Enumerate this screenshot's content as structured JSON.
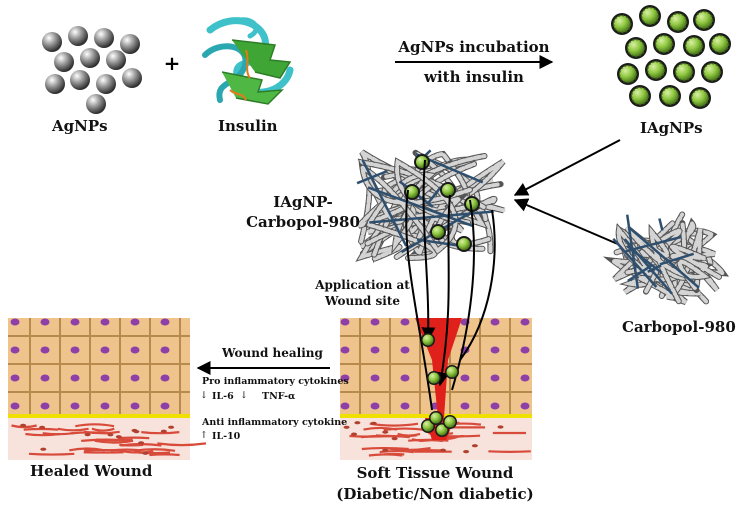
{
  "labels": {
    "agnps": "AgNPs",
    "plus": "+",
    "insulin": "Insulin",
    "incubation_line1": "AgNPs incubation",
    "incubation_line2": "with insulin",
    "iagnps": "IAgNPs",
    "gel_line1": "IAgNP-",
    "gel_line2": "Carbopol-980",
    "application_line1": "Application at",
    "application_line2": "Wound site",
    "carbopol": "Carbopol-980",
    "wound_healing": "Wound healing",
    "pro_inflammatory": "Pro inflammatory cytokines",
    "il6": "IL-6",
    "tnf": "TNF-α",
    "anti_inflammatory": "Anti inflammatory cytokine",
    "il10": "IL-10",
    "arrow_down": "↓",
    "arrow_up": "↑",
    "healed_wound": "Healed Wound",
    "soft_tissue_line1": "Soft Tissue Wound",
    "soft_tissue_line2": "(Diabetic/Non diabetic)"
  },
  "colors": {
    "silver_particle": "#8a8a8a",
    "coated_particle": "#8dc63f",
    "protein_cyan": "#3fc1c9",
    "protein_green": "#3fa535",
    "polymer_grey": "#c8c8c8",
    "polymer_dark": "#2f4f6f",
    "skin_cell": "#e8b97a",
    "nucleus": "#8e3fa8",
    "wound_red": "#e0201b",
    "tissue_line": "#d84a3a",
    "yellow_border": "#f0e000"
  },
  "icons": {
    "agnp": "grey-sphere-icon",
    "insulin": "protein-ribbon-icon",
    "iagnp": "green-coated-sphere-icon",
    "hydrogel": "polymer-network-icon"
  }
}
